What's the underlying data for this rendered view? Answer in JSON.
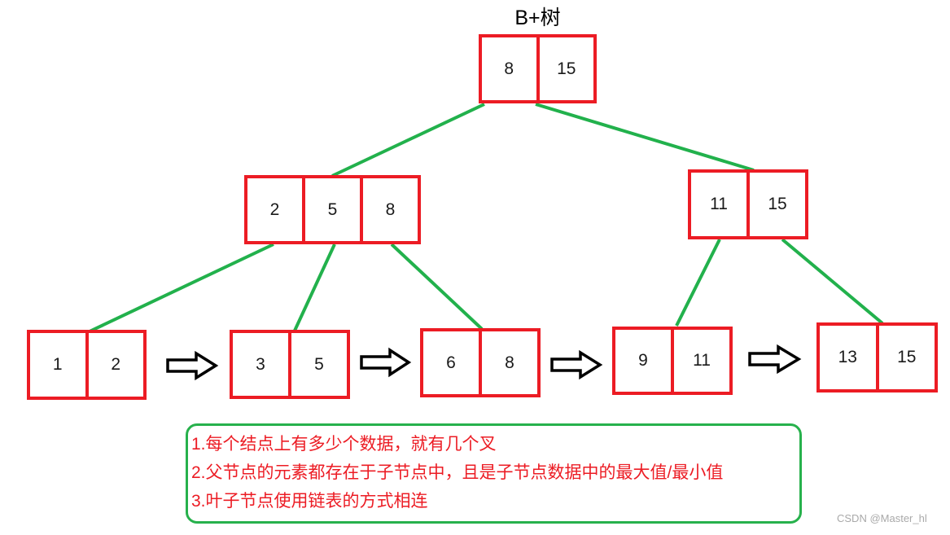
{
  "title": "B+树",
  "tree": {
    "root": {
      "keys": [
        "8",
        "15"
      ]
    },
    "internal": [
      {
        "keys": [
          "2",
          "5",
          "8"
        ]
      },
      {
        "keys": [
          "11",
          "15"
        ]
      }
    ],
    "leaves": [
      {
        "keys": [
          "1",
          "2"
        ]
      },
      {
        "keys": [
          "3",
          "5"
        ]
      },
      {
        "keys": [
          "6",
          "8"
        ]
      },
      {
        "keys": [
          "9",
          "11"
        ]
      },
      {
        "keys": [
          "13",
          "15"
        ]
      }
    ],
    "edges": [
      "root->internal-left",
      "root->internal-right",
      "internal-left->leaf-1-2",
      "internal-left->leaf-3-5",
      "internal-left->leaf-6-8",
      "internal-right->leaf-9-11",
      "internal-right->leaf-13-15"
    ],
    "leaf_links": [
      "1-2 => 3-5",
      "3-5 => 6-8",
      "6-8 => 9-11",
      "9-11 => 13-15"
    ]
  },
  "notes": {
    "lines": [
      "1.每个结点上有多少个数据，就有几个叉",
      "2.父节点的元素都存在于子节点中，且是子节点数据中的最大值/最小值",
      "3.叶子节点使用链表的方式相连"
    ]
  },
  "watermark": "CSDN @Master_hl",
  "colors": {
    "node_border": "#ec1c24",
    "edge": "#22b14c",
    "note_border": "#27b14c",
    "note_text": "#ec1c24",
    "arrow_outline": "#000000",
    "watermark": "#a9a9a9"
  }
}
